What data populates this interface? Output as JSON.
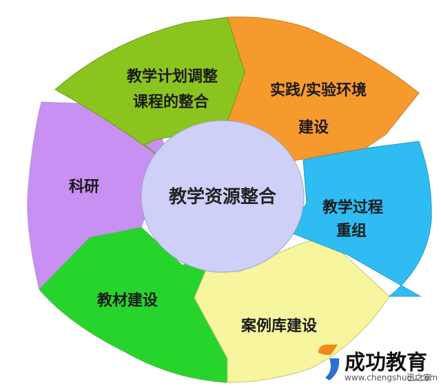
{
  "diagram": {
    "center": {
      "label": "教学资源整合",
      "color": "#cfd0f8"
    },
    "segments": [
      {
        "id": "curriculum",
        "lines": [
          "教学计划调整",
          "课程的整合"
        ],
        "color": "#8cc41f"
      },
      {
        "id": "practice",
        "lines": [
          "实践/实验环境",
          "建设"
        ],
        "color": "#f79a2e"
      },
      {
        "id": "process",
        "lines": [
          "教学过程",
          "重组"
        ],
        "color": "#2fbcf2"
      },
      {
        "id": "case-library",
        "lines": [
          "案例库建设"
        ],
        "color": "#f7f59d"
      },
      {
        "id": "textbook",
        "lines": [
          "教材建设"
        ],
        "color": "#27d42b"
      },
      {
        "id": "research",
        "lines": [
          "科研"
        ],
        "color": "#c890f2"
      }
    ]
  },
  "watermark": {
    "brand": "成功教育",
    "url": "www.chengshudu.com",
    "suffix": "已之家",
    "accent_orange": "#f08a1c",
    "accent_blue": "#2d6fd0"
  }
}
